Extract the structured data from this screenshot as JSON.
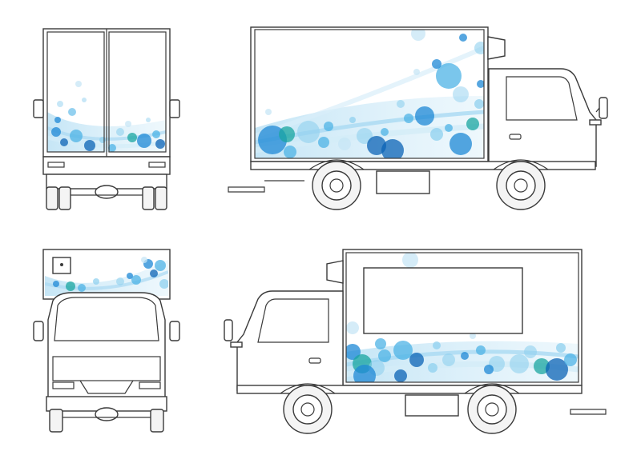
{
  "figure": {
    "views": [
      {
        "id": "rear-view",
        "label": ""
      },
      {
        "id": "left-side-view",
        "label": ""
      },
      {
        "id": "front-view",
        "label": ""
      },
      {
        "id": "right-side-view",
        "label": ""
      }
    ],
    "graphic": {
      "theme": "blue-bubble-wave",
      "colors": [
        "#0b63b6",
        "#1e88d6",
        "#4db3e6",
        "#8fd0ef",
        "#1aa6a0",
        "#c7e6f6"
      ]
    },
    "line_color": "#3a3a3a",
    "background": "#ffffff"
  }
}
